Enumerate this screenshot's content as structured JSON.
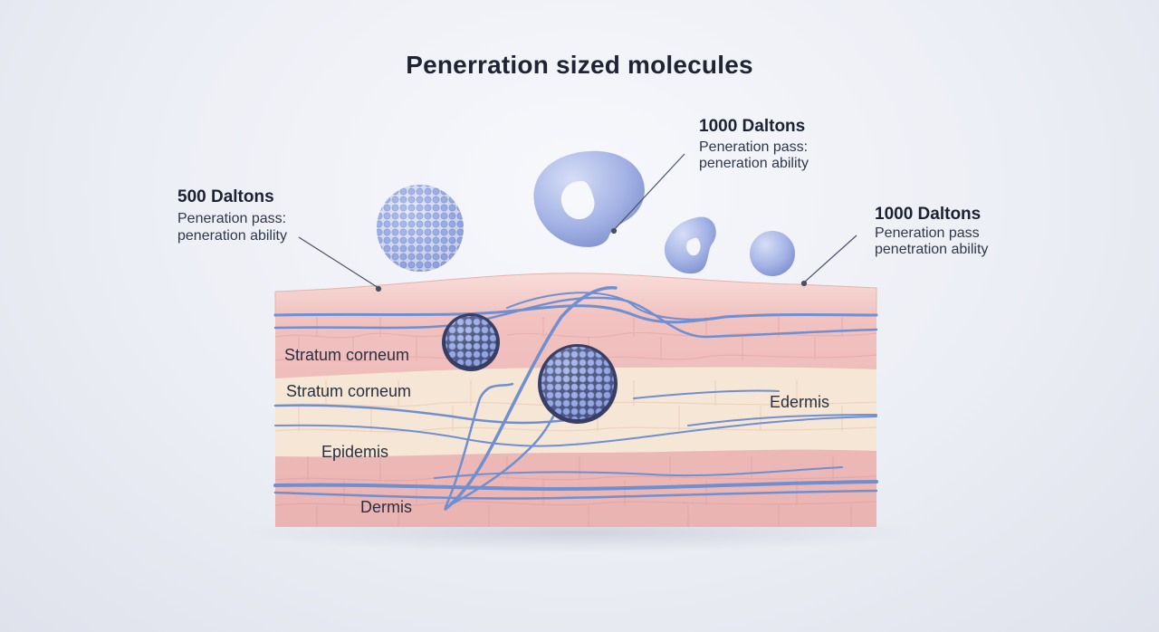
{
  "title": "Penerration sized molecules",
  "callouts": [
    {
      "heading": "500 Daltons",
      "line1": "Peneration pass:",
      "line2": "peneration ability"
    },
    {
      "heading": "1000 Daltons",
      "line1": "Peneration pass:",
      "line2": "peneration ability"
    },
    {
      "heading": "1000 Daltons",
      "line1": "Peneration pass",
      "line2": "penetration ability"
    }
  ],
  "layers": [
    "Stratum corneum",
    "Stratum corneum",
    "Edermis",
    "Epidemis",
    "Dermis"
  ],
  "colors": {
    "molecule": "#8fa2db",
    "skin_pink": "#f3c6c4",
    "skin_cream": "#f6e8d8",
    "vessel": "#6f8fd0",
    "text": "#1e2433"
  }
}
